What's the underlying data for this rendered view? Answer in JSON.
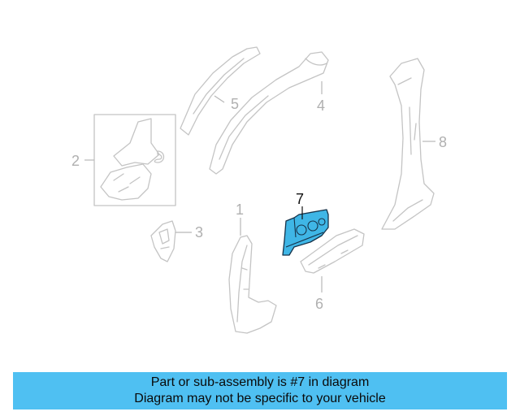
{
  "callouts": [
    {
      "id": "1",
      "label": "1",
      "highlighted": false
    },
    {
      "id": "2",
      "label": "2",
      "highlighted": false
    },
    {
      "id": "3",
      "label": "3",
      "highlighted": false
    },
    {
      "id": "4",
      "label": "4",
      "highlighted": false
    },
    {
      "id": "5",
      "label": "5",
      "highlighted": false
    },
    {
      "id": "6",
      "label": "6",
      "highlighted": false
    },
    {
      "id": "7",
      "label": "7",
      "highlighted": true
    },
    {
      "id": "8",
      "label": "8",
      "highlighted": false
    }
  ],
  "colors": {
    "highlight_fill": "#3fb6e6",
    "banner_background": "#4fc0f2",
    "line_art": "#c4c4c4"
  },
  "banner": {
    "line1": "Part or sub-assembly is #7 in diagram",
    "line2": "Diagram may not be specific to your vehicle"
  }
}
